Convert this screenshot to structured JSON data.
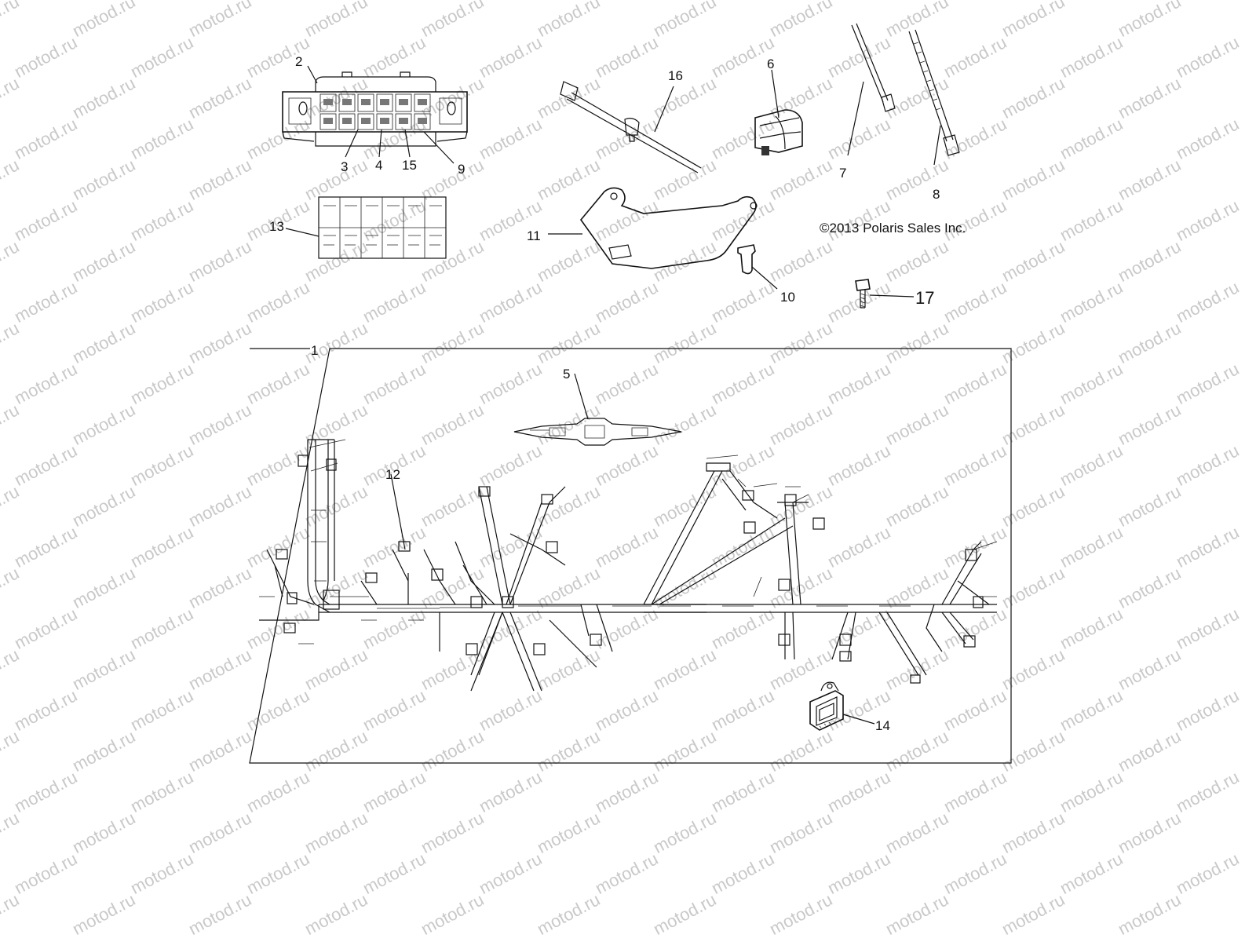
{
  "watermark": {
    "text": "motod.ru",
    "color": "#c9c9c9"
  },
  "copyright": "©2013 Polaris Sales Inc.",
  "callouts": {
    "c1": "1",
    "c2": "2",
    "c3": "3",
    "c4": "4",
    "c5": "5",
    "c6": "6",
    "c7": "7",
    "c8": "8",
    "c9": "9",
    "c10": "10",
    "c11": "11",
    "c12": "12",
    "c13": "13",
    "c14": "14",
    "c15": "15",
    "c16": "16",
    "c17": "17"
  },
  "parts": [
    {
      "id": "1",
      "icon": "wiring-harness-icon"
    },
    {
      "id": "2",
      "icon": "fuse-box-icon"
    },
    {
      "id": "3",
      "icon": "fuse-icon"
    },
    {
      "id": "4",
      "icon": "fuse-icon"
    },
    {
      "id": "5",
      "icon": "harness-connector-icon"
    },
    {
      "id": "6",
      "icon": "connector-clip-icon"
    },
    {
      "id": "7",
      "icon": "cable-tie-icon"
    },
    {
      "id": "8",
      "icon": "cable-tie-icon"
    },
    {
      "id": "9",
      "icon": "relay-icon"
    },
    {
      "id": "10",
      "icon": "push-rivet-icon"
    },
    {
      "id": "11",
      "icon": "bracket-icon"
    },
    {
      "id": "12",
      "icon": "harness-branch-icon"
    },
    {
      "id": "13",
      "icon": "fuse-label-icon"
    },
    {
      "id": "14",
      "icon": "connector-cap-icon"
    },
    {
      "id": "15",
      "icon": "fuse-icon"
    },
    {
      "id": "16",
      "icon": "cable-tie-with-clip-icon"
    },
    {
      "id": "17",
      "icon": "bolt-icon"
    }
  ]
}
